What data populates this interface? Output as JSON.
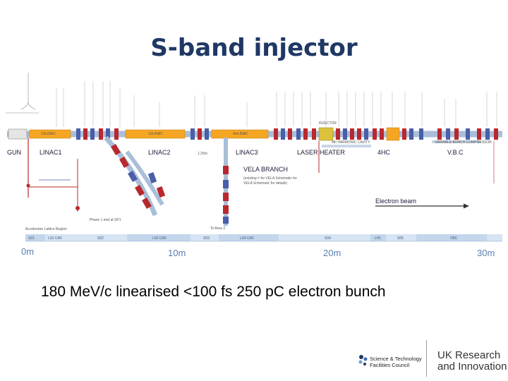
{
  "slide": {
    "title": "S-band injector",
    "caption": "180 MeV/c linearised <100 fs 250 pC electron bunch"
  },
  "schematic": {
    "section_labels": {
      "gun": "GUN",
      "linac1": "LINAC1",
      "linac2": "LINAC2",
      "linac3": "LINAC3",
      "laser_heater": "LASER HEATER",
      "fourhc": "4HC",
      "vbc": "V.B.C",
      "vela_branch": "VELA BRANCH",
      "vela_note1": "(existing = for VELA Schematic for",
      "vela_note2": "VELA Schematic for details)",
      "length_marker": "1.25m",
      "electron_beam": "Electron beam",
      "phase1_end": "Phase 1 end at SP1",
      "to_area": "To Area 2",
      "accel_region": "Accelerator Lattice Region",
      "injector_label": "INJECTOR",
      "linac1_cav": "1SLINAC",
      "linac2_cav": "1SLINAC",
      "linac3_cav": "4mLINAC",
      "hc_cavity": "4th HARMONIC CAVITY",
      "vbc_sub": "VARIABLE BUNCH COMPRESSOR"
    },
    "zone_labels": [
      "S01",
      "L01-CAV",
      "S02",
      "L02-CAV",
      "S03",
      "L03-CAV",
      "S04",
      "LH1",
      "S05",
      "VBC"
    ],
    "distance_labels": [
      "0m",
      "10m",
      "20m",
      "30m"
    ],
    "colors": {
      "linac_orange": "#f5a623",
      "magnet_red": "#b8282e",
      "quad_blue": "#4a5fa8",
      "beamline": "#a9bfd9",
      "zone_band": "#d6e4f3",
      "distance_text": "#5a7fb0"
    }
  },
  "logos": {
    "stfc_line1": "Science & Technology",
    "stfc_line2": "Facilities Council",
    "ukri_line1": "UK Research",
    "ukri_line2": "and Innovation"
  }
}
